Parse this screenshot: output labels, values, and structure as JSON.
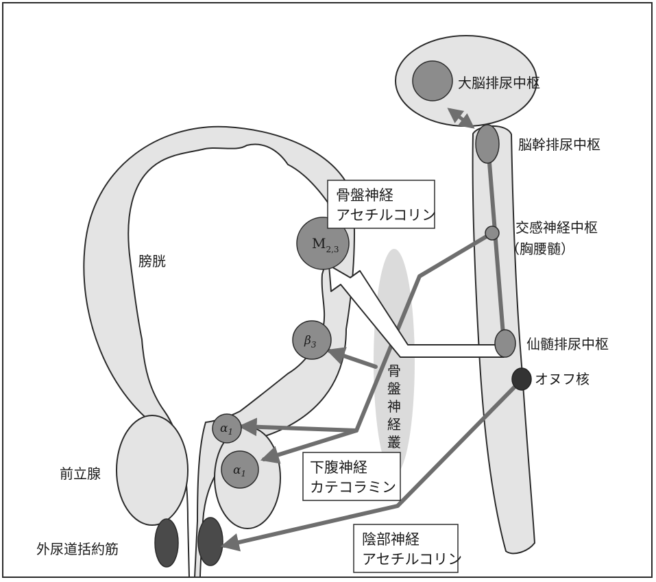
{
  "labels": {
    "cerebral_center": "大脳排尿中枢",
    "brainstem_center": "脳幹排尿中枢",
    "sympathetic_center_1": "交感神経中枢",
    "sympathetic_center_2": "（胸腰髄）",
    "sacral_center": "仙髄排尿中枢",
    "onuf_nucleus": "オヌフ核",
    "bladder": "膀胱",
    "prostate": "前立腺",
    "external_sphincter": "外尿道括約筋",
    "pelvic_plexus_chars": [
      "骨",
      "盤",
      "神",
      "経",
      "叢"
    ]
  },
  "boxes": {
    "pelvic_nerve": {
      "line1": "骨盤神経",
      "line2": "アセチルコリン"
    },
    "hypogastric_nerve": {
      "line1": "下腹神経",
      "line2": "カテコラミン"
    },
    "pudendal_nerve": {
      "line1": "陰部神経",
      "line2": "アセチルコリン"
    }
  },
  "receptors": {
    "m": {
      "base": "M",
      "sub": "2,3"
    },
    "beta": {
      "base": "β",
      "sub": "3"
    },
    "alpha_upper": {
      "base": "α",
      "sub": "1"
    },
    "alpha_lower": {
      "base": "α",
      "sub": "1"
    }
  },
  "colors": {
    "tissue": "#e4e4e4",
    "node": "#8c8c8c",
    "node_dark": "#4a4a4a",
    "nerve": "#6e6e6e",
    "outline": "#2a2a2a"
  }
}
